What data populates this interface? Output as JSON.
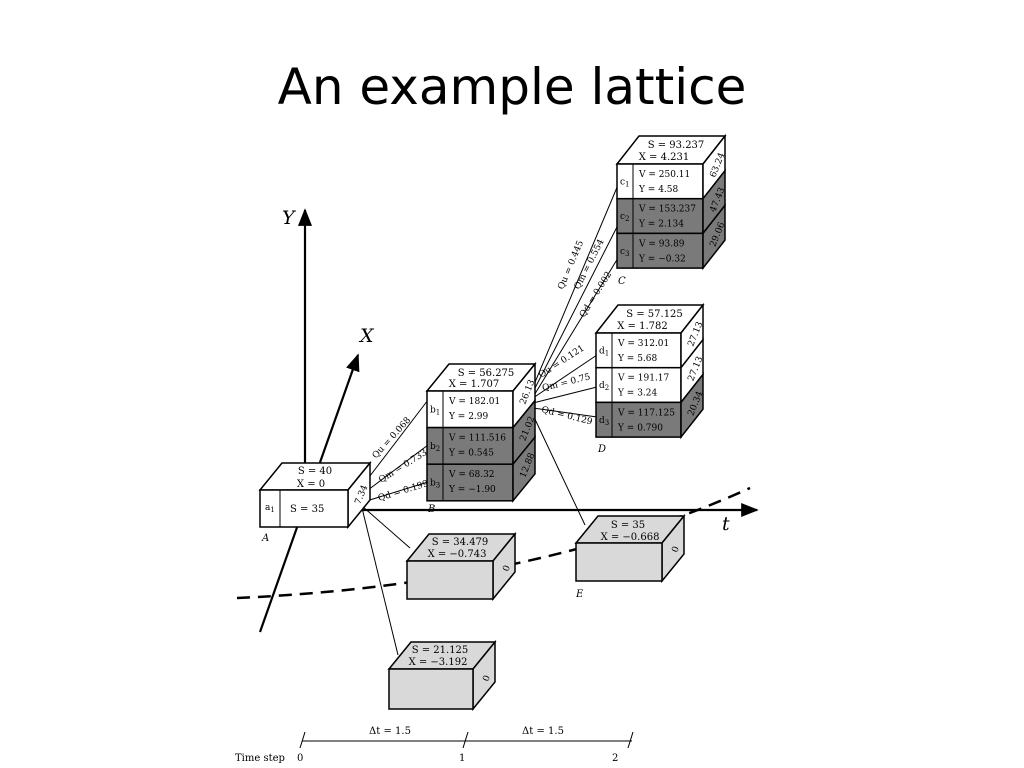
{
  "title": "An example lattice",
  "axes": {
    "y": "Y",
    "x": "X",
    "t": "t"
  },
  "nodes": {
    "A": {
      "label": "A",
      "S": "S = 40",
      "X": "X = 0",
      "side": "7.34",
      "sub": "a",
      "subidx": "1",
      "inner": "S = 35"
    },
    "B": {
      "label": "B",
      "S": "S = 56.275",
      "X": "X = 1.707",
      "rows": [
        {
          "sub": "b",
          "idx": "1",
          "V": "V = 182.01",
          "Y": "Y = 2.99",
          "side": "26.13",
          "shade": "white"
        },
        {
          "sub": "b",
          "idx": "2",
          "V": "V = 111.516",
          "Y": "Y = 0.545",
          "side": "21.02",
          "shade": "gray"
        },
        {
          "sub": "b",
          "idx": "3",
          "V": "V = 68.32",
          "Y": "Y = −1.90",
          "side": "12.88",
          "shade": "gray"
        }
      ]
    },
    "C": {
      "label": "C",
      "S": "S = 93.237",
      "X": "X = 4.231",
      "rows": [
        {
          "sub": "c",
          "idx": "1",
          "V": "V = 250.11",
          "Y": "Y = 4.58",
          "side": "63.24",
          "shade": "white"
        },
        {
          "sub": "c",
          "idx": "2",
          "V": "V = 153.237",
          "Y": "Y = 2.134",
          "side": "47.43",
          "shade": "gray"
        },
        {
          "sub": "c",
          "idx": "3",
          "V": "V = 93.89",
          "Y": "Y = −0.32",
          "side": "29.06",
          "shade": "gray"
        }
      ]
    },
    "D": {
      "label": "D",
      "S": "S = 57.125",
      "X": "X = 1.782",
      "rows": [
        {
          "sub": "d",
          "idx": "1",
          "V": "V = 312.01",
          "Y": "Y = 5.68",
          "side": "27.13",
          "shade": "white"
        },
        {
          "sub": "d",
          "idx": "2",
          "V": "V = 191.17",
          "Y": "Y = 3.24",
          "side": "27.13",
          "shade": "white"
        },
        {
          "sub": "d",
          "idx": "3",
          "V": "V = 117.125",
          "Y": "Y = 0.790",
          "side": "20.34",
          "shade": "gray"
        }
      ]
    },
    "E": {
      "label": "E",
      "S": "S = 35",
      "X": "X = −0.668",
      "side": "0"
    },
    "F": {
      "S": "S = 34.479",
      "X": "X = −0.743",
      "side": "0"
    },
    "G": {
      "S": "S = 21.125",
      "X": "X = −3.192",
      "side": "0"
    }
  },
  "probs": {
    "A": [
      "Qu = 0.068",
      "Qm = 0.733",
      "Qd = 0.199"
    ],
    "B_D": [
      "Qu = 0.121",
      "Qm = 0.75",
      "Qd = 0.129"
    ],
    "B_C": [
      "Qu = 0.445",
      "Qm = 0.554",
      "Qd = 0.002"
    ]
  },
  "timeline": {
    "label": "Time step",
    "steps": [
      "0",
      "1",
      "2"
    ],
    "dt": [
      "Δt = 1.5",
      "Δt = 1.5"
    ]
  },
  "colors": {
    "gray": "#7a7a7a",
    "white": "#ffffff",
    "light": "#d9d9d9"
  }
}
